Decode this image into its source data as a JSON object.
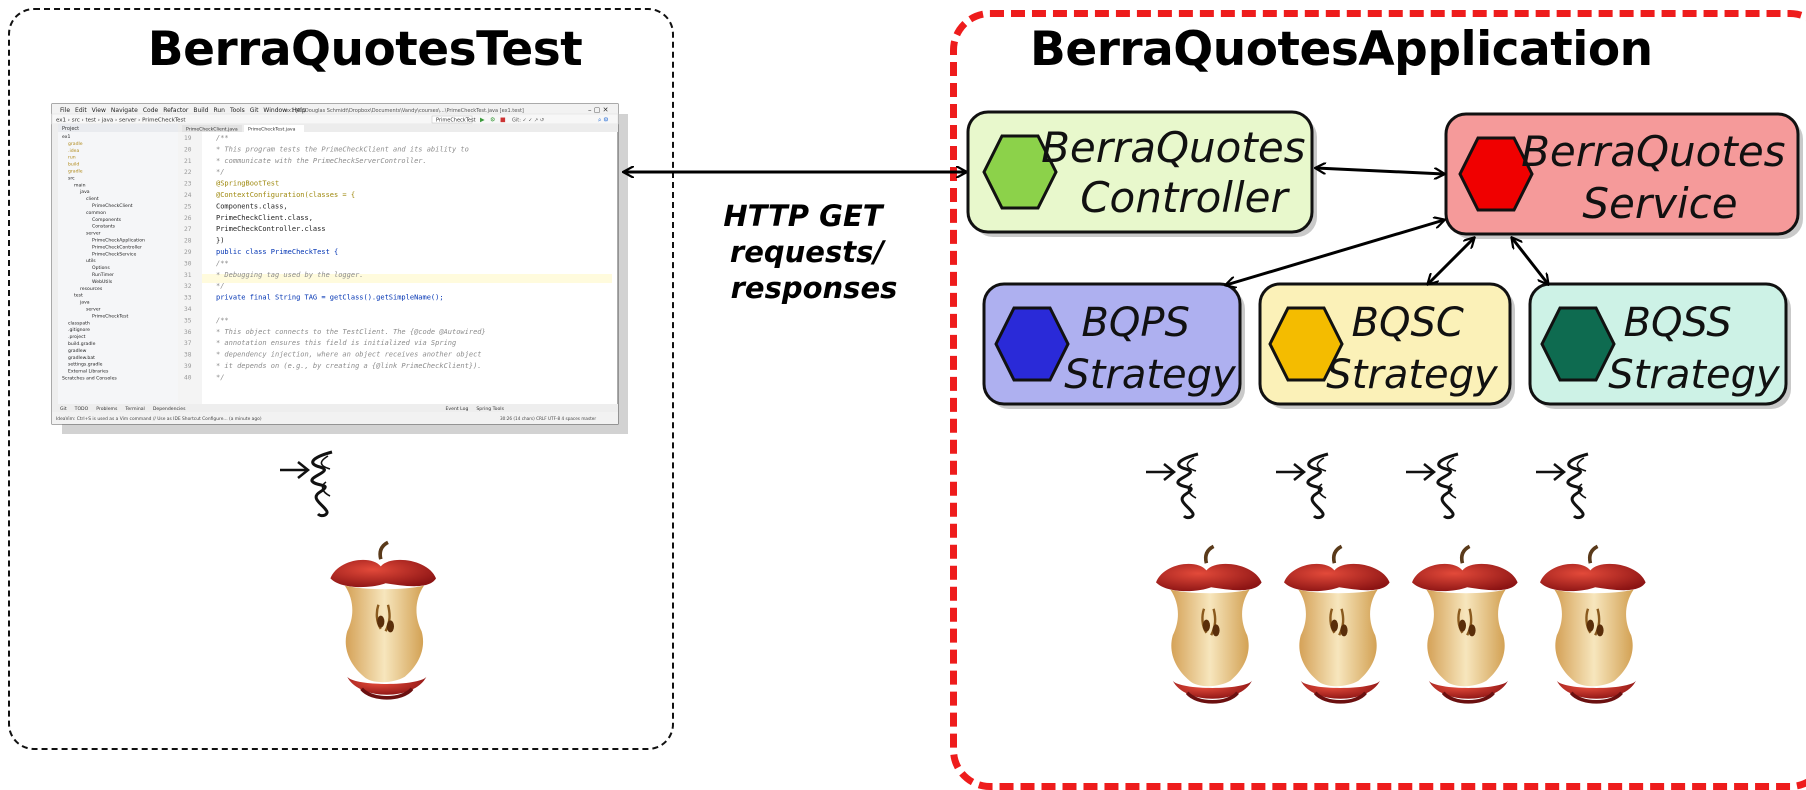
{
  "left_panel": {
    "title": "BerraQuotesTest",
    "ide": {
      "menu": [
        "File",
        "Edit",
        "View",
        "Navigate",
        "Code",
        "Refactor",
        "Build",
        "Run",
        "Tools",
        "Git",
        "Window",
        "Help"
      ],
      "window_path": "ex1 [D:\\Douglas Schmidt\\Dropbox\\Documents\\Vandy\\courses\\...\\PrimeCheckTest.java [ex1.test]",
      "breadcrumb": [
        "ex1",
        "src",
        "test",
        "java",
        "server",
        "PrimeCheckTest"
      ],
      "run_config": "PrimeCheckTest",
      "project_label": "Project",
      "tabs": [
        "PrimeCheckClient.java",
        "PrimeCheckTest.java"
      ],
      "tree": [
        "ex1",
        "gradle",
        ".idea",
        "run",
        "build",
        "gradle",
        "src",
        "main",
        "java",
        "client",
        "PrimeCheckClient",
        "common",
        "Components",
        "Constants",
        "server",
        "PrimeCheckApplication",
        "PrimeCheckController",
        "PrimeCheckService",
        "utils",
        "Options",
        "RunTimer",
        "WebUtils",
        "resources",
        "test",
        "java",
        "server",
        "PrimeCheckTest",
        "classpath",
        ".gitignore",
        ".project",
        "build.gradle",
        "gradlew",
        "gradlew.bat",
        "settings.gradle",
        "External Libraries",
        "Scratches and Consoles"
      ],
      "line_numbers": [
        "19",
        "20",
        "21",
        "22",
        "23",
        "24",
        "25",
        "26",
        "27",
        "28",
        "29",
        "30",
        "31",
        "32",
        "33",
        "34",
        "35",
        "36",
        "37",
        "38",
        "39",
        "40"
      ],
      "code_lines": [
        "/**",
        " * This program tests the PrimeCheckClient and its ability to",
        " * communicate with the PrimeCheckServerController.",
        " */",
        "@SpringBootTest",
        "@ContextConfiguration(classes = {",
        "    Components.class,",
        "    PrimeCheckClient.class,",
        "    PrimeCheckController.class",
        "})",
        "public class PrimeCheckTest {",
        "    /**",
        "     * Debugging tag used by the logger.",
        "     */",
        "    private final String TAG = getClass().getSimpleName();",
        "",
        "    /**",
        "     * This object connects to the TestClient.  The {@code @Autowired}",
        "     * annotation ensures this field is initialized via Spring",
        "     * dependency injection, where an object receives another object",
        "     * it depends on (e.g., by creating a {@link PrimeCheckClient}).",
        "     */"
      ],
      "tool_tabs": [
        "Git",
        "TODO",
        "Problems",
        "Terminal",
        "Dependencies",
        "Event Log",
        "Spring Tools"
      ],
      "status": "IdeaVim: Ctrl+S is used as a Vim command // Use as IDE Shortcut  Configure... (a minute ago)",
      "status_right": "30:26 (14 chars)  CRLF  UTF-8  4 spaces  master"
    }
  },
  "arrow_label": [
    "HTTP GET",
    "requests/",
    "responses"
  ],
  "right_panel": {
    "title": "BerraQuotesApplication",
    "boxes": [
      {
        "id": "controller",
        "lines": [
          "BerraQuotes",
          "Controller"
        ]
      },
      {
        "id": "service",
        "lines": [
          "BerraQuotes",
          "Service"
        ]
      },
      {
        "id": "bqps",
        "lines": [
          "BQPS",
          "Strategy"
        ]
      },
      {
        "id": "bqsc",
        "lines": [
          "BQSC",
          "Strategy"
        ]
      },
      {
        "id": "bqss",
        "lines": [
          "BQSS",
          "Strategy"
        ]
      }
    ]
  },
  "colors": {
    "controller_fill": "#e8f8cc",
    "controller_hex": "#8cd24a",
    "service_fill": "#f59a9a",
    "service_hex": "#f00000",
    "bqps_fill": "#aeb0f0",
    "bqps_hex": "#2a2ad8",
    "bqsc_fill": "#fbf1b8",
    "bqsc_hex": "#f4bc00",
    "bqss_fill": "#cdf2e6",
    "bqss_hex": "#0e6b50",
    "right_border": "#ee1c1c"
  },
  "icons": [
    "thread-icon",
    "apple-core-icon"
  ]
}
